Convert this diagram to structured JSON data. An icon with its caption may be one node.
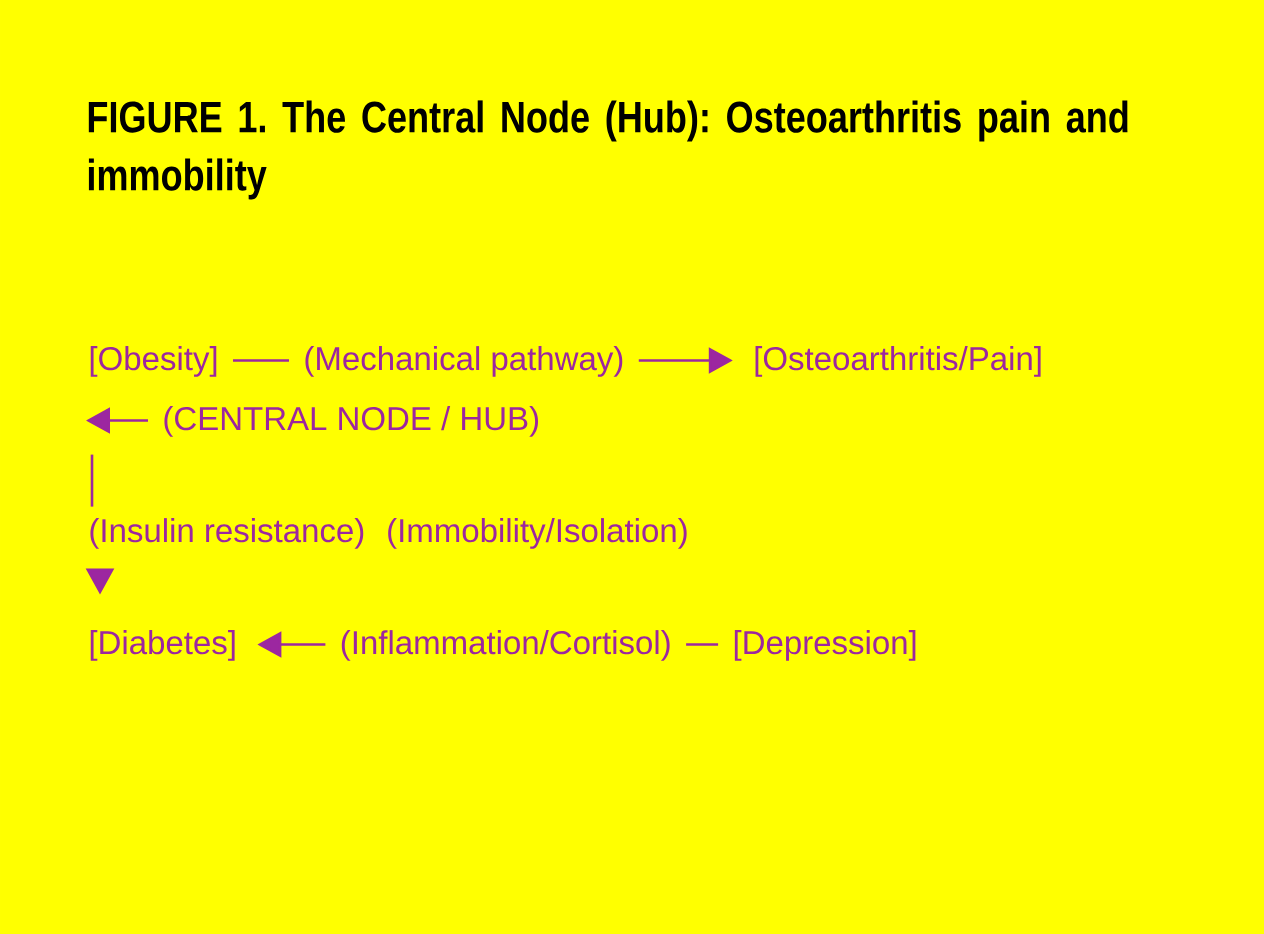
{
  "diagram": {
    "title": "FIGURE 1. The Central Node (Hub): Osteoarthritis pain and immobility",
    "nodes": [
      {
        "text": [
          "[Obesity]"
        ]
      },
      {
        "text": [
          "(Mechanical pathway)"
        ]
      },
      {
        "text": [
          "[Osteoarthritis/Pain]"
        ]
      },
      {
        "text": [
          "(CENTRAL NODE / HUB)"
        ]
      },
      {
        "text": [
          "(Insulin resistance)"
        ]
      },
      {
        "text": [
          "(Immobility/Isolation)"
        ]
      },
      {
        "text": [
          "[Diabetes]"
        ]
      },
      {
        "text": [
          "(Inflammation/Cortisol)"
        ]
      },
      {
        "text": [
          "[Depression]"
        ]
      }
    ],
    "edges": [
      {
        "from": 0,
        "to": 1,
        "arrow": "none"
      },
      {
        "from": 1,
        "to": 2,
        "arrow": "to"
      },
      {
        "from": 3,
        "to": 0,
        "arrow": "to"
      },
      {
        "from": null,
        "to": 4,
        "arrow": "none"
      },
      {
        "from": 4,
        "to": 6,
        "arrow": "to"
      },
      {
        "from": 7,
        "to": 6,
        "arrow": "to"
      },
      {
        "from": 7,
        "to": 8,
        "arrow": "none"
      }
    ]
  }
}
